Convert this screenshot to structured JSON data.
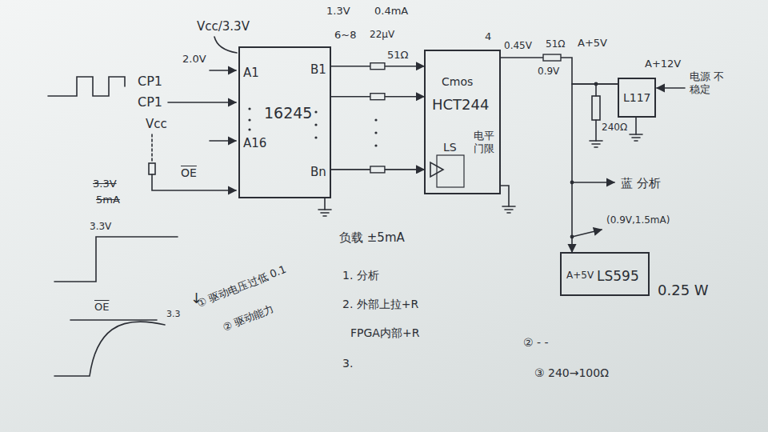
{
  "diagram": {
    "nodes": [
      {
        "text": [
          "A1",
          "16245",
          "A16",
          "B1",
          "Bn"
        ]
      },
      {
        "text": [
          "Cmos",
          "HCT244",
          "LS",
          "电平 门限"
        ]
      },
      {
        "text": [
          "L117"
        ]
      },
      {
        "text": [
          "A+5V",
          "LS595"
        ]
      }
    ],
    "edges": [
      {
        "from": 0,
        "to": 1,
        "arrow": "to",
        "label": "51Ω"
      },
      {
        "from": 0,
        "to": 1,
        "arrow": "to"
      },
      {
        "from": 0,
        "to": 1,
        "arrow": "to"
      },
      {
        "from": 2,
        "to": 1,
        "arrow": "none"
      },
      {
        "from": 2,
        "to": 3,
        "arrow": "to"
      }
    ],
    "labels": [
      "Vcc/3.3V",
      "1.3V",
      "0.4mA",
      "6~8",
      "22μV",
      "2.0V",
      "CP1",
      "CP1",
      "Vcc",
      "3.3V",
      "5mA",
      "OE",
      "4",
      "0.45V",
      "51Ω",
      "0.9V",
      "A+5V",
      "A+12V",
      "电源 不稳定",
      "240Ω",
      "蓝 分析",
      "(0.9V,1.5mA)",
      "0.25 W",
      "3.3V",
      "OE",
      "3.3",
      "↓",
      "① 驱动电压过低 0.1",
      "② 驱动能力",
      "负载 ±5mA",
      "1. 分析",
      "2. 外部上拉+R",
      "FPGA内部+R",
      "3.",
      "② - -",
      "③ 240→100Ω"
    ]
  }
}
